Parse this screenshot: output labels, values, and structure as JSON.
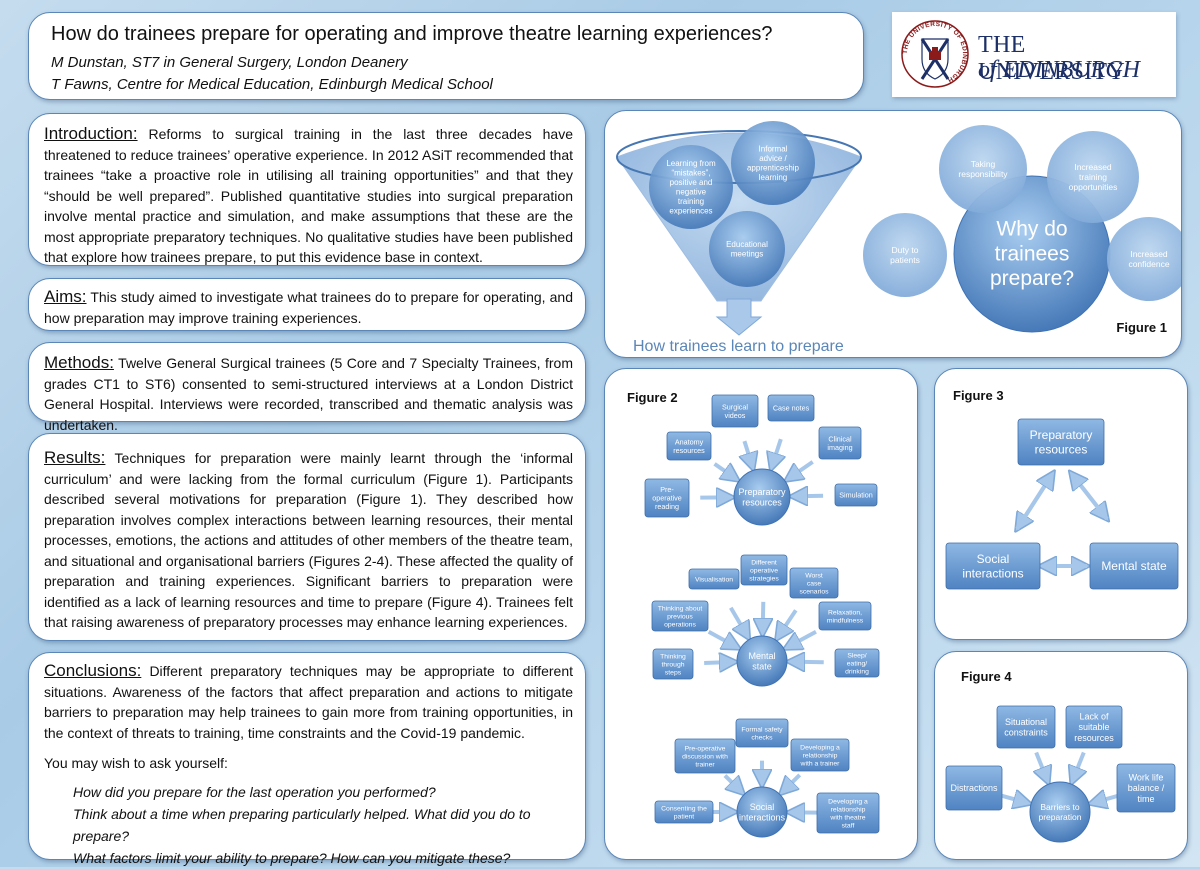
{
  "header": {
    "title": "How do trainees prepare for operating and improve theatre learning experiences?",
    "author1": "M Dunstan, ST7 in General Surgery, London Deanery",
    "author2": "T Fawns, Centre for Medical Education, Edinburgh Medical School"
  },
  "logo": {
    "line1": "THE UNIVERSITY",
    "line2": "of EDINBURGH",
    "seal_text": "THE UNIVERSITY OF EDINBURGH"
  },
  "introduction": {
    "heading": "Introduction:",
    "text": "Reforms to surgical training in the last three decades have threatened to reduce trainees’ operative experience. In 2012 ASiT recommended that trainees “take a proactive role in utilising all training opportunities” and that they “should be well prepared”. Published quantitative studies into surgical preparation involve mental practice and simulation, and make assumptions that these are the most appropriate preparatory techniques. No qualitative studies have been published that explore how trainees prepare, to put this evidence base in context."
  },
  "aims": {
    "heading": "Aims:",
    "text": "This study aimed to investigate what trainees do to prepare for operating, and how preparation may improve training experiences."
  },
  "methods": {
    "heading": "Methods:",
    "text": "Twelve General Surgical trainees (5 Core and 7 Specialty Trainees, from grades CT1 to ST6) consented to semi-structured interviews at a London District General Hospital. Interviews were recorded, transcribed and thematic analysis was undertaken."
  },
  "results": {
    "heading": "Results:",
    "text": "Techniques for preparation were mainly learnt through the ‘informal curriculum’ and were lacking from the formal curriculum (Figure 1). Participants described several motivations for preparation (Figure 1). They described how preparation involves complex interactions between learning resources, their mental processes, emotions, the actions and attitudes of other members of the theatre team, and situational and organisational barriers (Figures 2-4). These affected the quality of preparation and training experiences. Significant barriers to preparation were identified as a lack of learning resources and time to prepare (Figure 4). Trainees felt that raising awareness of preparatory processes may enhance learning experiences."
  },
  "conclusions": {
    "heading": "Conclusions:",
    "text": "Different preparatory techniques may be appropriate to different situations. Awareness of the factors that affect preparation and actions to mitigate barriers to preparation may help trainees to gain more from training opportunities, in the context of threats to training, time constraints and the Covid-19 pandemic.",
    "prompt": "You may wish to ask yourself:",
    "questions": [
      "How did you prepare for the last operation you performed?",
      "Think about a time when preparing particularly helped. What did you do to prepare?",
      "What factors limit your ability to prepare? How can you mitigate these?"
    ]
  },
  "figure1": {
    "label": "Figure 1",
    "funnel_caption": "How trainees learn to prepare",
    "funnel_items": [
      [
        "Learning from",
        "“mistakes”,",
        "positive and",
        "negative",
        "training",
        "experiences"
      ],
      [
        "Informal",
        "advice /",
        "apprenticeship",
        "learning"
      ],
      [
        "Educational",
        "meetings"
      ]
    ],
    "center": [
      "Why do",
      "trainees",
      "prepare?"
    ],
    "satellites": [
      [
        "Taking",
        "responsibility"
      ],
      [
        "Increased",
        "training",
        "opportunities"
      ],
      [
        "Duty to",
        "patients"
      ],
      [
        "Increased",
        "confidence"
      ]
    ]
  },
  "figure2": {
    "label": "Figure 2",
    "hub1": {
      "center": [
        "Preparatory",
        "resources"
      ],
      "items": [
        [
          "Surgical",
          "videos"
        ],
        [
          "Case notes"
        ],
        [
          "Anatomy",
          "resources"
        ],
        [
          "Clinical",
          "imaging"
        ],
        [
          "Pre-",
          "operative",
          "reading"
        ],
        [
          "Simulation"
        ]
      ]
    },
    "hub2": {
      "center": [
        "Mental",
        "state"
      ],
      "items": [
        [
          "Different",
          "operative",
          "strategies"
        ],
        [
          "Visualisation"
        ],
        [
          "Worst",
          "case",
          "scenarios"
        ],
        [
          "Thinking about",
          "previous",
          "operations"
        ],
        [
          "Relaxation,",
          "mindfulness"
        ],
        [
          "Thinking",
          "through",
          "steps"
        ],
        [
          "Sleep/",
          "eating/",
          "drinking"
        ]
      ]
    },
    "hub3": {
      "center": [
        "Social",
        "interactions"
      ],
      "items": [
        [
          "Formal safety",
          "checks"
        ],
        [
          "Pre-operative",
          "discussion with",
          "trainer"
        ],
        [
          "Developing a",
          "relationship",
          "with a trainer"
        ],
        [
          "Consenting the",
          "patient"
        ],
        [
          "Developing a",
          "relationship",
          "with theatre",
          "staff"
        ]
      ]
    }
  },
  "figure3": {
    "label": "Figure 3",
    "nodes": [
      [
        "Preparatory",
        "resources"
      ],
      [
        "Social",
        "interactions"
      ],
      [
        "Mental state"
      ]
    ]
  },
  "figure4": {
    "label": "Figure 4",
    "center": [
      "Barriers to",
      "preparation"
    ],
    "items": [
      [
        "Situational",
        "constraints"
      ],
      [
        "Lack of",
        "suitable",
        "resources"
      ],
      [
        "Distractions"
      ],
      [
        "Work life",
        "balance /",
        "time"
      ]
    ]
  },
  "colors": {
    "accent": "#5a86b8",
    "node_fill": "#6d9dd3",
    "node_dark": "#4677b3",
    "background": "#b7d5ec"
  }
}
